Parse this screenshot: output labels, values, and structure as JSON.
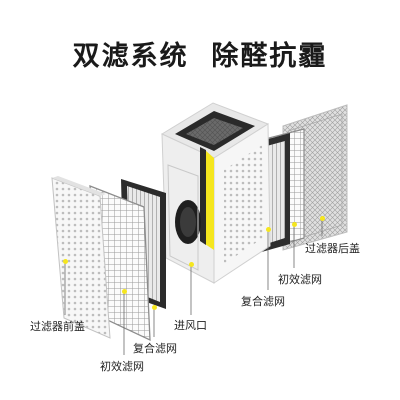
{
  "headline": {
    "left": "双滤系统",
    "right": "除醛抗霾"
  },
  "callouts": {
    "rear_cover": "过滤器后盖",
    "pre_filter_right": "初效滤网",
    "composite_right": "复合滤网",
    "air_inlet": "进风口",
    "front_cover": "过滤器前盖",
    "composite_left": "复合滤网",
    "pre_filter_left": "初效滤网"
  },
  "colors": {
    "accent": "#f5e61e",
    "device_body": "#f4f4f4",
    "dark_filter": "#2b2b2b",
    "text": "#222222"
  },
  "icons": [
    "callout-dot-icon"
  ]
}
